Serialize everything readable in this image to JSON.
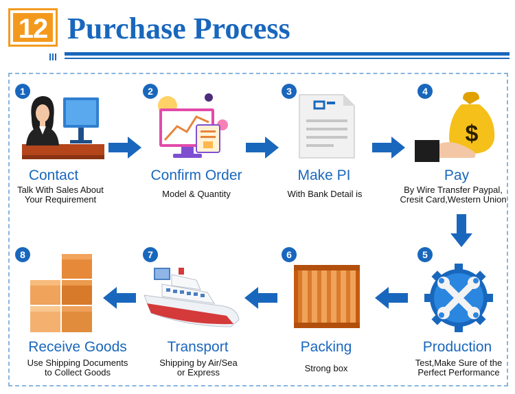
{
  "header": {
    "badge": "12",
    "title": "Purchase Process"
  },
  "colors": {
    "brand_blue": "#1967bd",
    "badge_orange": "#f39a1e",
    "border_dash": "#86b5e0"
  },
  "steps": [
    {
      "number": "1",
      "title": "Contact",
      "description": "Talk With Sales About\nYour Requirement",
      "icon": "person-at-computer-icon"
    },
    {
      "number": "2",
      "title": "Confirm Order",
      "description": "Model & Quantity",
      "icon": "monitor-chart-icon"
    },
    {
      "number": "3",
      "title": "Make PI",
      "description": "With Bank Detail is",
      "icon": "document-icon"
    },
    {
      "number": "4",
      "title": "Pay",
      "description": "By Wire Transfer Paypal,\nCresit Card,Western Union",
      "icon": "money-bag-hand-icon"
    },
    {
      "number": "5",
      "title": "Production",
      "description": "Test,Make Sure of the\nPerfect Performance",
      "icon": "wrench-gear-icon"
    },
    {
      "number": "6",
      "title": "Packing",
      "description": "Strong box",
      "icon": "wooden-crate-icon"
    },
    {
      "number": "7",
      "title": "Transport",
      "description": "Shipping by Air/Sea\nor Express",
      "icon": "cruise-ship-icon"
    },
    {
      "number": "8",
      "title": "Receive Goods",
      "description": "Use  Shipping Documents\nto Collect Goods",
      "icon": "stacked-boxes-icon"
    }
  ]
}
